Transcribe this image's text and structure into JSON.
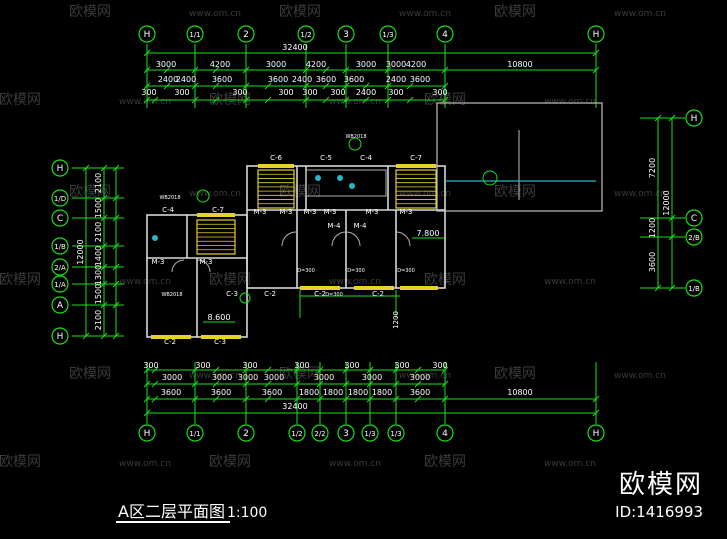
{
  "drawing": {
    "title": "A区二层平面图",
    "scale": "1:100",
    "brand": "欧模网",
    "id_label": "ID:1416993"
  },
  "watermarks": {
    "brand": "欧模网",
    "url": "www.om.cn"
  },
  "axes": {
    "top": [
      "H",
      "1/1",
      "2",
      "1/2",
      "3",
      "1/3",
      "4",
      "H"
    ],
    "bottom": [
      "H",
      "1/1",
      "2",
      "1/2",
      "2/2",
      "3",
      "1/3",
      "1/3",
      "4",
      "H"
    ],
    "left": [
      "H",
      "1/D",
      "C",
      "1/B",
      "2/A",
      "1/A",
      "A",
      "H"
    ],
    "right": [
      "H",
      "C",
      "2/B",
      "1/B"
    ]
  },
  "dimensions": {
    "top_total": "32400",
    "top_row1": [
      "3000",
      "4200",
      "3000",
      "4200",
      "3000",
      "3000",
      "4200",
      "10800"
    ],
    "top_row2": [
      "2400",
      "2400",
      "3600",
      "3600",
      "2400",
      "3600",
      "3600",
      "2400",
      "3600"
    ],
    "top_row3": [
      "300",
      "300",
      "300",
      "300",
      "300",
      "300",
      "2400",
      "300",
      "300"
    ],
    "bottom_row1": [
      "300",
      "300",
      "300",
      "300",
      "300",
      "300",
      "300"
    ],
    "bottom_row2": [
      "3000",
      "3000",
      "3000",
      "3000",
      "3000",
      "3000",
      "3000"
    ],
    "bottom_row3": [
      "3600",
      "3600",
      "3600",
      "1800",
      "1800",
      "1800",
      "1800",
      "3600",
      "10800"
    ],
    "bottom_total": "32400",
    "left_total": "12000",
    "left_parts": [
      "2100",
      "1500",
      "2100",
      "1400",
      "1300",
      "1500",
      "2100"
    ],
    "right_total": "12000",
    "right_parts": [
      "7200",
      "1200",
      "3600"
    ]
  },
  "labels": {
    "windows": [
      "C-6",
      "C-5",
      "C-4",
      "C-7",
      "C-4",
      "C-7",
      "C-2",
      "C-3",
      "C-2",
      "C-2",
      "C-2",
      "C-3"
    ],
    "doors": [
      "M-3",
      "M-3",
      "M-3",
      "M-3",
      "M-3",
      "M-3",
      "M-3",
      "M-4",
      "M-4",
      "M-3"
    ],
    "elevations": [
      "7.800",
      "8.600"
    ],
    "small_notes": [
      "WB2018",
      "WB2018",
      "WB2018",
      "D=300",
      "D=300",
      "D=300",
      "D=300"
    ],
    "vertical_note": "1200"
  }
}
